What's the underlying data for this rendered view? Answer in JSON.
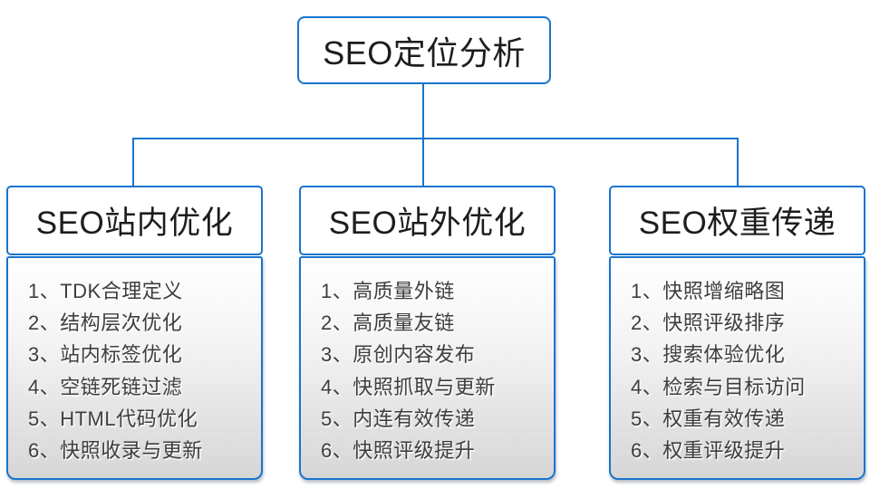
{
  "colors": {
    "accent": "#1874cd",
    "header_text": "#1d1d1d",
    "item_text": "#3e3e3e"
  },
  "root": {
    "title": "SEO定位分析"
  },
  "branches": [
    {
      "title": "SEO站内优化",
      "items": [
        "1、TDK合理定义",
        "2、结构层次优化",
        "3、站内标签优化",
        "4、空链死链过滤",
        "5、HTML代码优化",
        "6、快照收录与更新"
      ]
    },
    {
      "title": "SEO站外优化",
      "items": [
        "1、高质量外链",
        "2、高质量友链",
        "3、原创内容发布",
        "4、快照抓取与更新",
        "5、内连有效传递",
        "6、快照评级提升"
      ]
    },
    {
      "title": "SEO权重传递",
      "items": [
        "1、快照增缩略图",
        "2、快照评级排序",
        "3、搜索体验优化",
        "4、检索与目标访问",
        "5、权重有效传递",
        "6、权重评级提升"
      ]
    }
  ]
}
